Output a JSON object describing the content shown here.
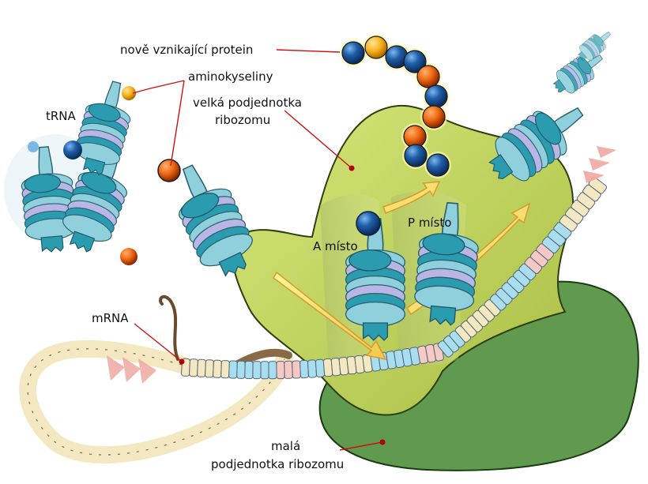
{
  "labels": {
    "protein": "nově vznikající protein",
    "amino": "aminokyseliny",
    "trna": "tRNA",
    "large_1": "velká podjednotka",
    "large_2": "ribozomu",
    "a_site": "A místo",
    "p_site": "P místo",
    "mrna": "mRNA",
    "small_1": "malá",
    "small_2": "podjednotka ribozomu"
  },
  "colors": {
    "large_subunit": "#bfd35a",
    "small_subunit": "#5f9a4f",
    "trna_teal": "#2b9cb0",
    "trna_light": "#8fd0dc",
    "trna_lavender": "#b9b6e6",
    "trna_pink": "#f2b8b4",
    "amino_blue": "#1f5fa8",
    "amino_orange": "#f06a12",
    "amino_yellow": "#f7b21a",
    "mrna_cream": "#f4e8c2",
    "mrna_blue": "#a9def0",
    "mrna_pink": "#f6c9c4",
    "arrow_yellow": "#f3ef6a",
    "leader_red": "#cc1111"
  }
}
